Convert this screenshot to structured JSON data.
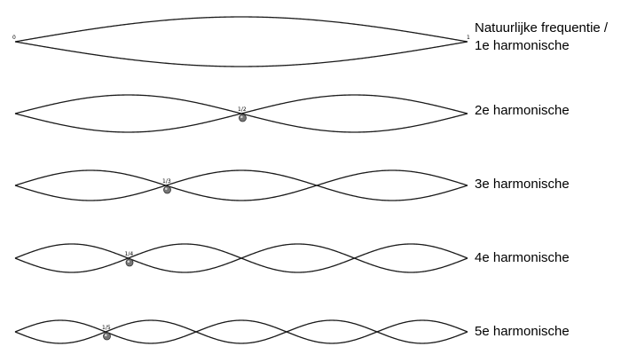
{
  "diagram": {
    "harmonics": [
      {
        "n": 1,
        "label_lines": [
          "Natuurlijke frequentie /",
          "1e harmonische"
        ],
        "marker": null,
        "end_labels": [
          "0",
          "1"
        ]
      },
      {
        "n": 2,
        "label_lines": [
          "2e harmonische"
        ],
        "marker": "1/2",
        "end_labels": null
      },
      {
        "n": 3,
        "label_lines": [
          "3e harmonische"
        ],
        "marker": "1/3",
        "end_labels": null
      },
      {
        "n": 4,
        "label_lines": [
          "4e harmonische"
        ],
        "marker": "1/4",
        "end_labels": null
      },
      {
        "n": 5,
        "label_lines": [
          "5e harmonische"
        ],
        "marker": "1/5",
        "end_labels": null
      }
    ],
    "colors": {
      "line": "#1a1a1a",
      "marker_fill": "#777777",
      "marker_stroke": "#333333"
    }
  }
}
